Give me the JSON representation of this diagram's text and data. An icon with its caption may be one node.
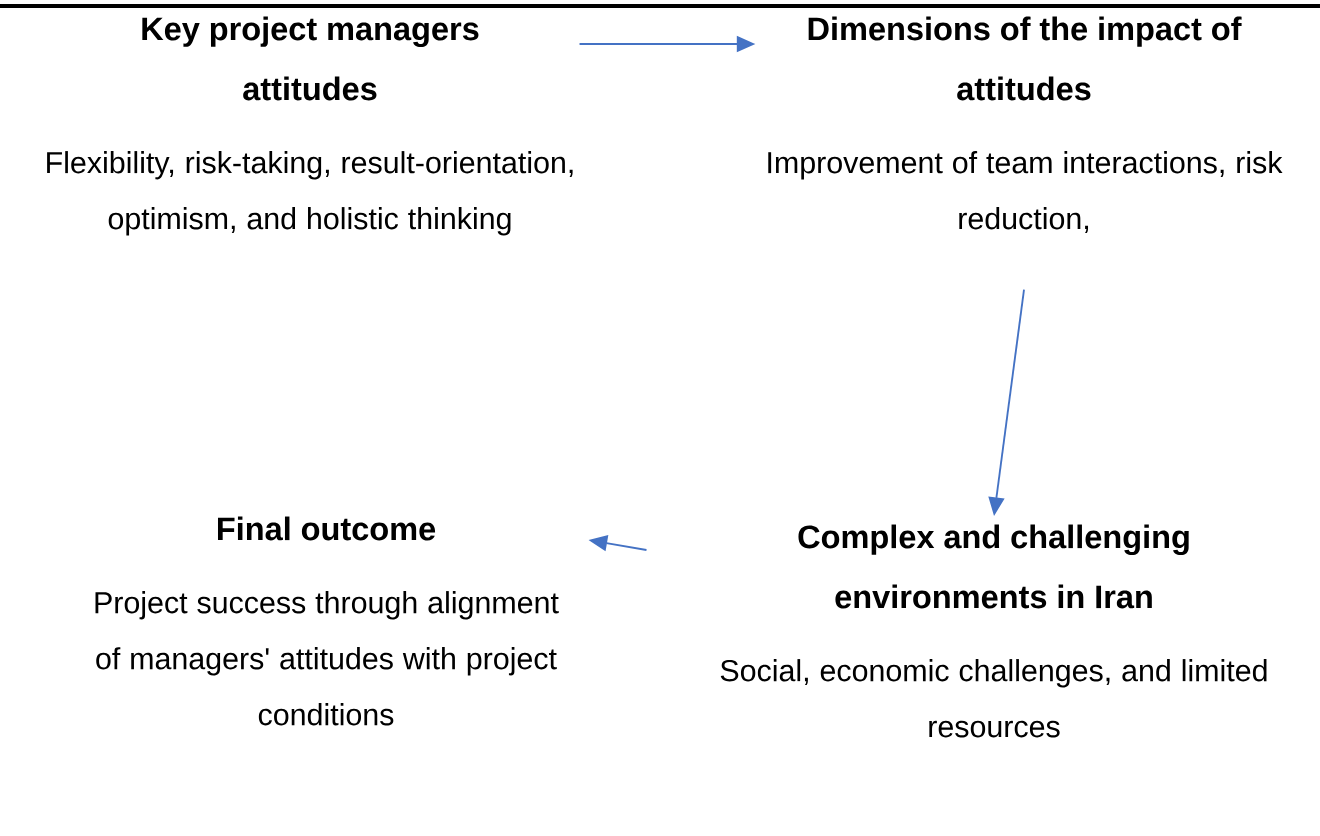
{
  "diagram": {
    "nodes": [
      {
        "text": [
          "Key project managers attitudes",
          "Flexibility, risk-taking, result-orientation, optimism, and holistic thinking"
        ]
      },
      {
        "text": [
          "Dimensions of the impact of attitudes",
          "Improvement of team interactions, risk reduction,"
        ]
      },
      {
        "text": [
          "Final outcome",
          "Project success through alignment of managers' attitudes with project conditions"
        ]
      },
      {
        "text": [
          "Complex and challenging environments in Iran",
          "Social, economic challenges, and limited resources"
        ]
      }
    ],
    "edges": [
      {
        "from": 0,
        "to": 1,
        "arrow": "to"
      },
      {
        "from": 1,
        "to": 3,
        "arrow": "to"
      },
      {
        "from": 3,
        "to": 2,
        "arrow": "to"
      }
    ]
  }
}
